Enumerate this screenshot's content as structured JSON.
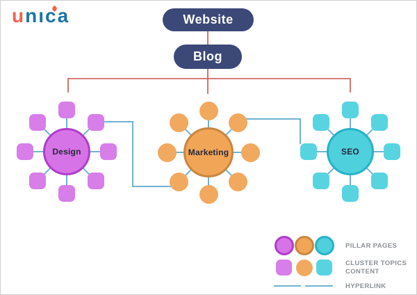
{
  "logo": {
    "text": "unica",
    "orange_letter": "u",
    "blue_part_1": "n",
    "blue_i": "ı",
    "blue_part_2": "ca"
  },
  "tree": {
    "root_label": "Website",
    "child_label": "Blog"
  },
  "colors": {
    "node_navy": "#3b4878",
    "tree_line_red": "#c9524b",
    "hyperlink_blue": "#6fb3d3",
    "legend_text_gray": "#8a9095"
  },
  "clusters": [
    {
      "label": "Design",
      "hub_fill": "#d673e6",
      "hub_border": "#b03dcb",
      "satellite_fill": "#d77ee8",
      "satellite_shape": "square",
      "satellite_count": 8
    },
    {
      "label": "Marketing",
      "hub_fill": "#f0a557",
      "hub_border": "#c8863e",
      "satellite_fill": "#f1a95f",
      "satellite_shape": "circle",
      "satellite_count": 8
    },
    {
      "label": "SEO",
      "hub_fill": "#4ed0dd",
      "hub_border": "#27b2c6",
      "satellite_fill": "#57d4e0",
      "satellite_shape": "square",
      "satellite_count": 8
    }
  ],
  "legend": {
    "pillar_pages_label": "PILLAR PAGES",
    "cluster_topics_label": "CLUSTER TOPICS CONTENT",
    "hyperlink_label": "HYPERLINK"
  }
}
